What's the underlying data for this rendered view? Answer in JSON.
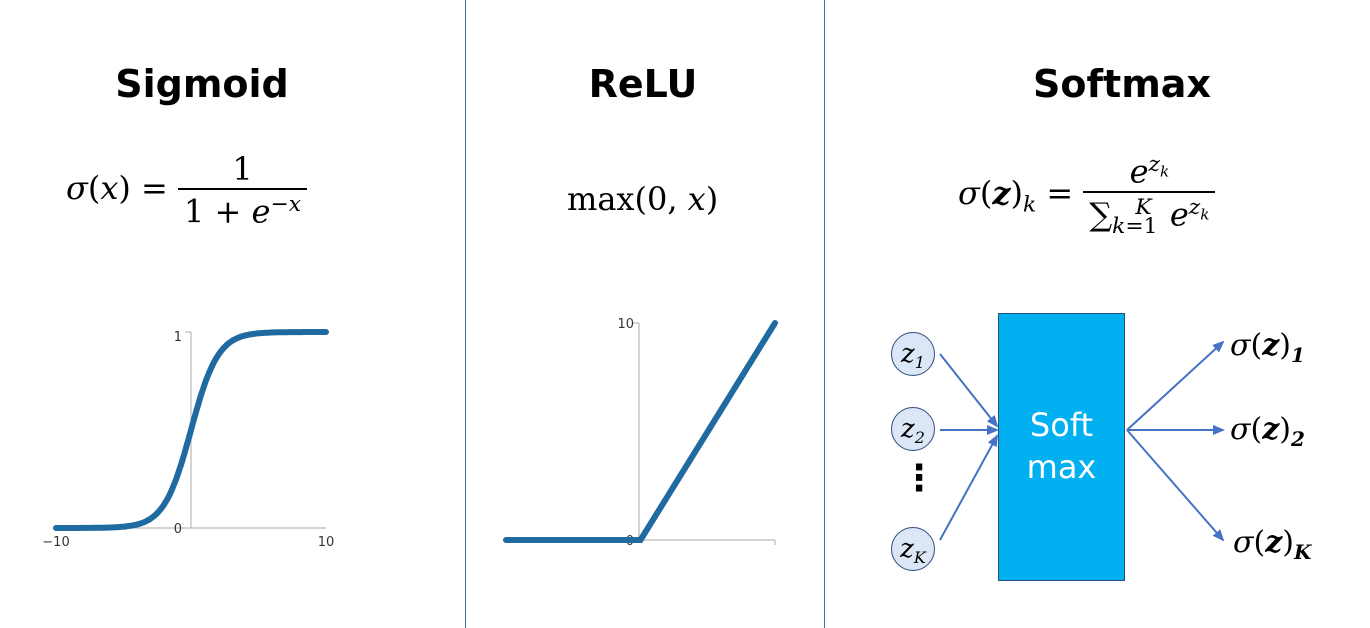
{
  "panels": {
    "sigmoid": {
      "title": "Sigmoid",
      "ticks": {
        "y_top": "1",
        "y_zero": "0",
        "x_min": "−10",
        "x_max": "10"
      }
    },
    "relu": {
      "title": "ReLU",
      "ticks": {
        "y_top": "10",
        "y_zero": "0"
      }
    },
    "softmax": {
      "title": "Softmax",
      "box_line1": "Soft",
      "box_line2": "max",
      "ellipsis": "⋮",
      "inputs": [
        {
          "var": "z",
          "sub": "1"
        },
        {
          "var": "z",
          "sub": "2"
        },
        {
          "var": "z",
          "sub": "K"
        }
      ],
      "outputs": [
        {
          "sub": "1"
        },
        {
          "sub": "2"
        },
        {
          "sub": "K"
        }
      ]
    }
  },
  "colors": {
    "curve": "#1f6aa0",
    "box": "#00b0f0",
    "arrow": "#4472c4",
    "divider": "#4a6fa5"
  },
  "chart_data": [
    {
      "type": "line",
      "name": "Sigmoid",
      "xlim": [
        -10,
        10
      ],
      "ylim": [
        0,
        1
      ],
      "function": "1/(1+exp(-x))"
    },
    {
      "type": "line",
      "name": "ReLU",
      "xlim": [
        -10,
        10
      ],
      "ylim": [
        0,
        10
      ],
      "function": "max(0,x)"
    }
  ]
}
